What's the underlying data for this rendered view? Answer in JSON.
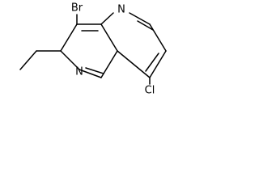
{
  "structure": {
    "atom_labels": {
      "br": "Br",
      "n_top": "N",
      "n_left": "N",
      "cl": "Cl"
    }
  }
}
